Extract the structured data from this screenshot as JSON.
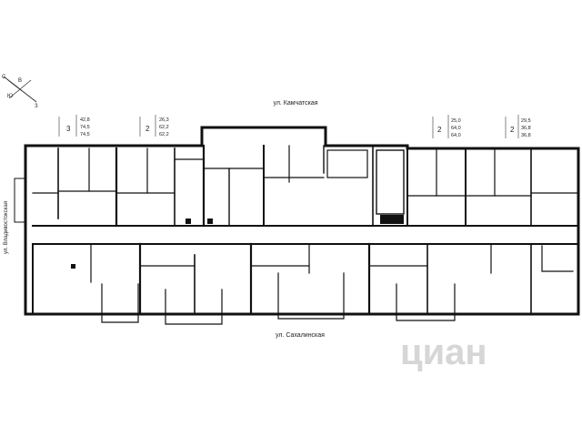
{
  "streets": {
    "north": "ул. Камчатская",
    "south": "ул. Сахалинская",
    "west": "ул. Владивостокская"
  },
  "compass": {
    "letters": [
      "С",
      "В",
      "Ю",
      "З"
    ]
  },
  "apartments": [
    {
      "rooms": "3",
      "areas": [
        "42,8",
        "74,5",
        "74,5"
      ]
    },
    {
      "rooms": "2",
      "areas": [
        "26,3",
        "62,2",
        "62,2"
      ]
    },
    {
      "rooms": "2",
      "areas": [
        "25,0",
        "64,0",
        "64,0"
      ]
    },
    {
      "rooms": "2",
      "areas": [
        "29,5",
        "36,8",
        "36,8"
      ]
    }
  ],
  "watermark": "циан"
}
